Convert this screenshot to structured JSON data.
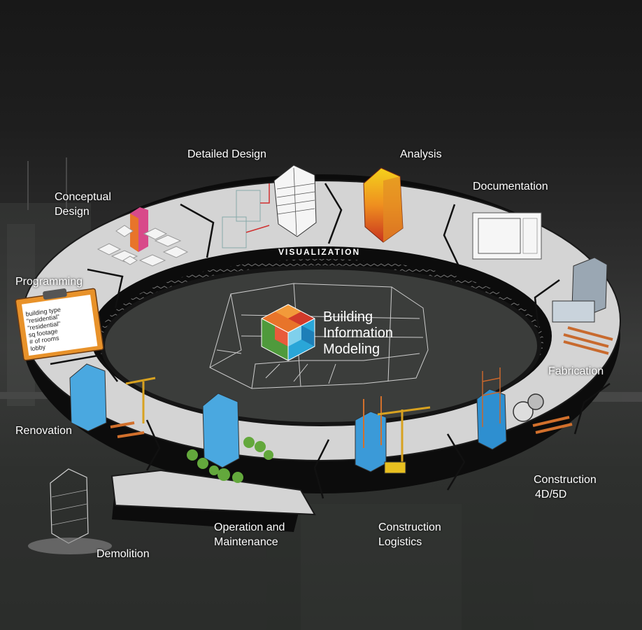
{
  "title": {
    "line1": "Building",
    "line2": "Information",
    "line3": "Modeling"
  },
  "ring_label": "VISUALIZATION",
  "stages": [
    {
      "id": "programming",
      "label": "Programming"
    },
    {
      "id": "conceptual-design",
      "label_lines": [
        "Conceptual",
        "Design"
      ]
    },
    {
      "id": "detailed-design",
      "label": "Detailed Design"
    },
    {
      "id": "analysis",
      "label": "Analysis"
    },
    {
      "id": "documentation",
      "label": "Documentation"
    },
    {
      "id": "fabrication",
      "label": "Fabrication"
    },
    {
      "id": "construction-4d5d",
      "label_lines": [
        "Construction",
        "4D/5D"
      ]
    },
    {
      "id": "construction-logistics",
      "label_lines": [
        "Construction",
        "Logistics"
      ]
    },
    {
      "id": "operation-maintenance",
      "label_lines": [
        "Operation and",
        "Maintenance"
      ]
    },
    {
      "id": "demolition",
      "label": "Demolition"
    },
    {
      "id": "renovation",
      "label": "Renovation"
    }
  ],
  "checklist": {
    "items": [
      "building type",
      "\"residential\"",
      "\"residential\"",
      "sq footage",
      "# of rooms",
      "lobby"
    ]
  },
  "colors": {
    "ring_top": "#d7d7d7",
    "ring_side": "#0c0c0c",
    "cube_orange": "#e8742a",
    "cube_blue": "#2aa6d8",
    "cube_green": "#4f9a3c",
    "cube_red": "#d23a2a"
  }
}
